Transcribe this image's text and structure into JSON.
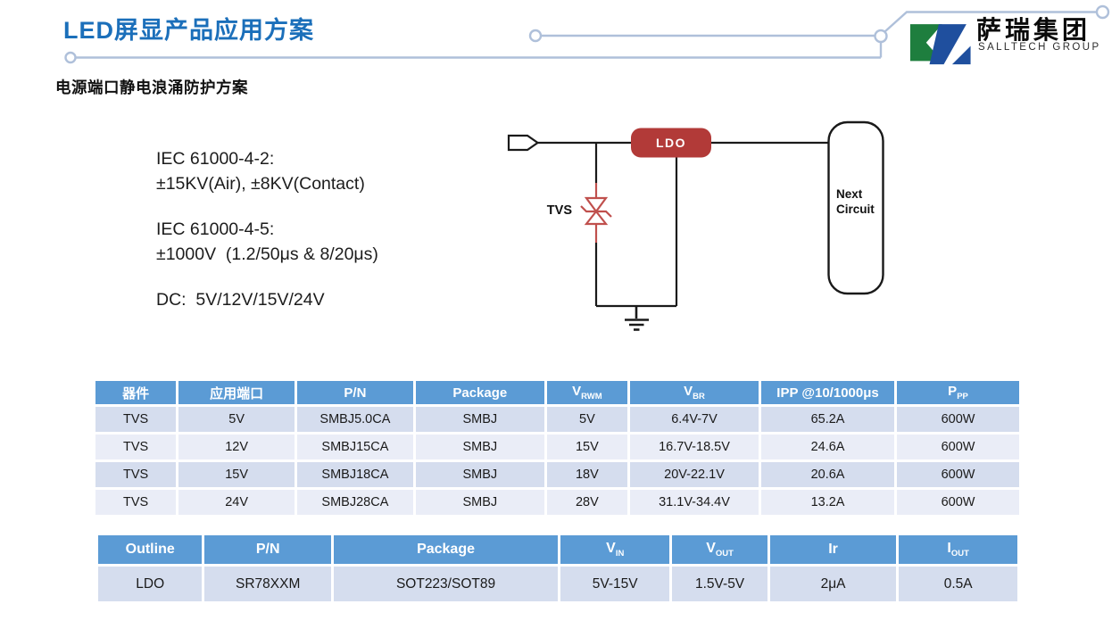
{
  "page": {
    "title": "LED屏显产品应用方案",
    "subtitle": "电源端口静电浪涌防护方案"
  },
  "logo": {
    "company_cn": "萨瑞集团",
    "company_en": "SALLTECH GROUP"
  },
  "specs": {
    "paragraphs": [
      [
        "IEC 61000-4-2:",
        "±15KV(Air), ±8KV(Contact)"
      ],
      [
        "IEC 61000-4-5:",
        "±1000V  (1.2/50μs & 8/20μs)"
      ],
      [
        "DC:  5V/12V/15V/24V"
      ]
    ]
  },
  "diagram": {
    "tvs_label": "TVS",
    "ldo_label": "LDO",
    "next_circuit_line1": "Next",
    "next_circuit_line2": "Circuit"
  },
  "table1": {
    "headers": [
      {
        "text": "器件"
      },
      {
        "text": "应用端口"
      },
      {
        "text": "P/N"
      },
      {
        "text": "Package"
      },
      {
        "text": "V",
        "sub": "RWM"
      },
      {
        "text": "V",
        "sub": "BR"
      },
      {
        "text": "IPP @10/1000μs"
      },
      {
        "text": "P",
        "sub": "PP"
      }
    ],
    "rows": [
      [
        "TVS",
        "5V",
        "SMBJ5.0CA",
        "SMBJ",
        "5V",
        "6.4V-7V",
        "65.2A",
        "600W"
      ],
      [
        "TVS",
        "12V",
        "SMBJ15CA",
        "SMBJ",
        "15V",
        "16.7V-18.5V",
        "24.6A",
        "600W"
      ],
      [
        "TVS",
        "15V",
        "SMBJ18CA",
        "SMBJ",
        "18V",
        "20V-22.1V",
        "20.6A",
        "600W"
      ],
      [
        "TVS",
        "24V",
        "SMBJ28CA",
        "SMBJ",
        "28V",
        "31.1V-34.4V",
        "13.2A",
        "600W"
      ]
    ]
  },
  "table2": {
    "headers": [
      {
        "text": "Outline"
      },
      {
        "text": "P/N"
      },
      {
        "text": "Package"
      },
      {
        "text": "V",
        "sub": "IN"
      },
      {
        "text": "V",
        "sub": "OUT"
      },
      {
        "text": "Ir"
      },
      {
        "text": "I",
        "sub": "OUT"
      }
    ],
    "rows": [
      [
        "LDO",
        "SR78XXM",
        "SOT223/SOT89",
        "5V-15V",
        "1.5V-5V",
        "2μA",
        "0.5A"
      ]
    ]
  },
  "colors": {
    "title_blue": "#1B6FBA",
    "table_header_blue": "#5B9BD5",
    "row_band_dark": "#D5DDEE",
    "row_band_light": "#EAEDF7",
    "ldo_red": "#B23A38",
    "tvs_red": "#C0504D",
    "wire_black": "#1a1a1a",
    "trace_blue_gray": "#AFC0DA",
    "logo_green": "#1E7E3E",
    "logo_blue": "#1F4F9E"
  }
}
